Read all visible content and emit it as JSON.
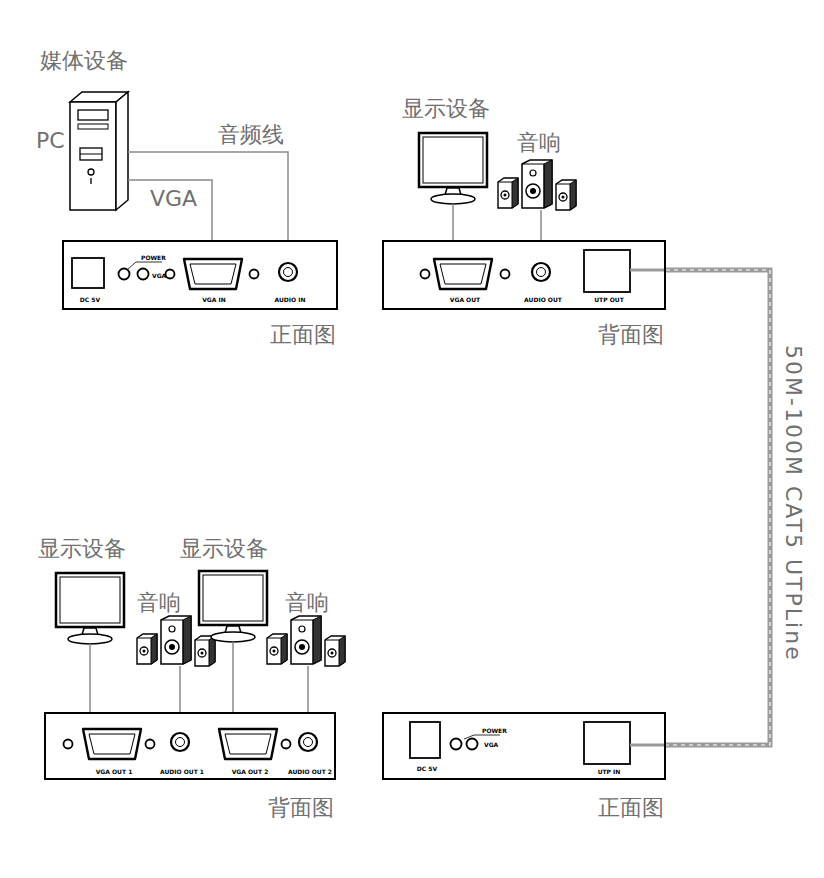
{
  "diagram": {
    "nodes": [
      {
        "text": [
          "媒体设备",
          "PC"
        ]
      },
      {
        "text": [
          "DC 5V",
          "POWER",
          "VGA",
          "VGA IN",
          "AUDIO IN",
          "正面图"
        ]
      },
      {
        "text": [
          "显示设备"
        ]
      },
      {
        "text": [
          "音响"
        ]
      },
      {
        "text": [
          "VGA OUT",
          "AUDIO OUT",
          "UTP OUT",
          "背面图"
        ]
      },
      {
        "text": [
          "显示设备"
        ]
      },
      {
        "text": [
          "音响"
        ]
      },
      {
        "text": [
          "显示设备"
        ]
      },
      {
        "text": [
          "音响"
        ]
      },
      {
        "text": [
          "VGA OUT 1",
          "AUDIO OUT 1",
          "VGA OUT 2",
          "AUDIO OUT 2",
          "背面图"
        ]
      },
      {
        "text": [
          "DC 5V",
          "POWER",
          "VGA",
          "UTP IN",
          "正面图"
        ]
      }
    ],
    "edges": [
      {
        "from": 0,
        "to": 1,
        "arrow": "none",
        "label": "VGA"
      },
      {
        "from": 0,
        "to": 1,
        "arrow": "none",
        "label": "音频线"
      },
      {
        "from": 4,
        "to": 2,
        "arrow": "none"
      },
      {
        "from": 4,
        "to": 3,
        "arrow": "none"
      },
      {
        "from": 4,
        "to": 10,
        "arrow": "none",
        "label": "50M-100M CAT5 UTPLine"
      },
      {
        "from": 9,
        "to": 5,
        "arrow": "none"
      },
      {
        "from": 9,
        "to": 6,
        "arrow": "none"
      },
      {
        "from": 9,
        "to": 7,
        "arrow": "none"
      },
      {
        "from": 9,
        "to": 8,
        "arrow": "none"
      }
    ]
  }
}
